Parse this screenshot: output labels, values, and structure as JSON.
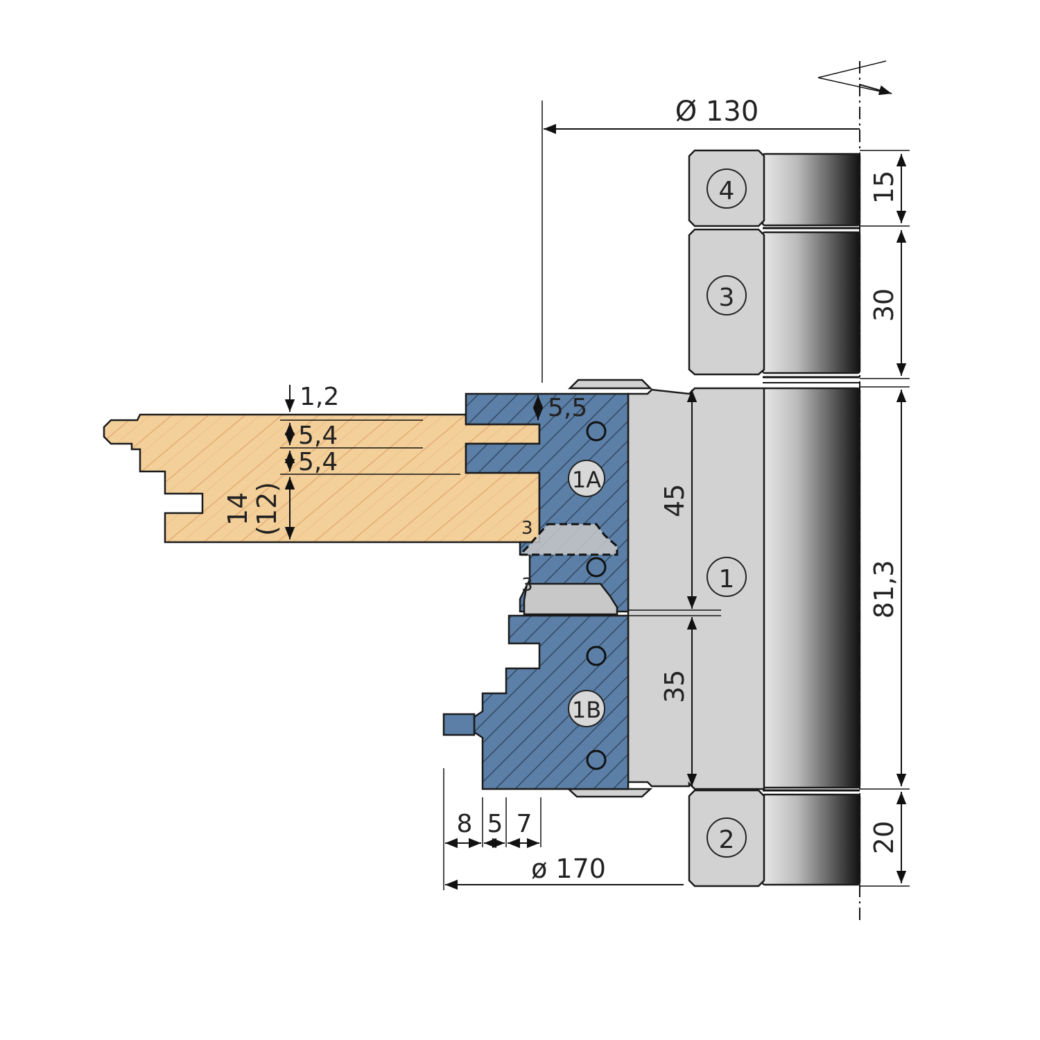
{
  "dimensions": {
    "bore_diameter": "Ø 130",
    "outer_diameter": "ø 170",
    "h_15": "15",
    "h_30": "30",
    "h_81_3": "81,3",
    "h_20": "20",
    "h_45": "45",
    "h_35": "35",
    "d_1_2": "1,2",
    "d_5_5": "5,5",
    "d_5_4_a": "5,4",
    "d_5_4_b": "5,4",
    "d_14": "14",
    "d_12": "(12)",
    "w_8": "8",
    "w_5": "5",
    "w_7": "7",
    "gap_3_a": "3",
    "gap_3_b": "3"
  },
  "parts": {
    "p4": "4",
    "p3": "3",
    "p1": "1",
    "p2": "2",
    "p1a": "1A",
    "p1b": "1B"
  },
  "colors": {
    "wood": "#f3cf9a",
    "cutter_blue": "#5b7fa6",
    "spacer_grey": "#d2d2d2",
    "dark_edge": "#111111"
  }
}
